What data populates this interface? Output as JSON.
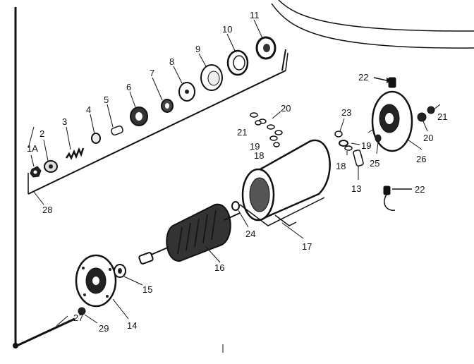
{
  "diagram": {
    "type": "exploded-parts-view",
    "callouts": [
      "1A",
      "2",
      "3",
      "4",
      "5",
      "6",
      "7",
      "8",
      "9",
      "10",
      "11",
      "28",
      "22",
      "23",
      "20",
      "21",
      "19",
      "18",
      "21",
      "20",
      "26",
      "19",
      "18",
      "25",
      "13",
      "22",
      "24",
      "17",
      "16",
      "15",
      "14",
      "29",
      "27"
    ]
  }
}
